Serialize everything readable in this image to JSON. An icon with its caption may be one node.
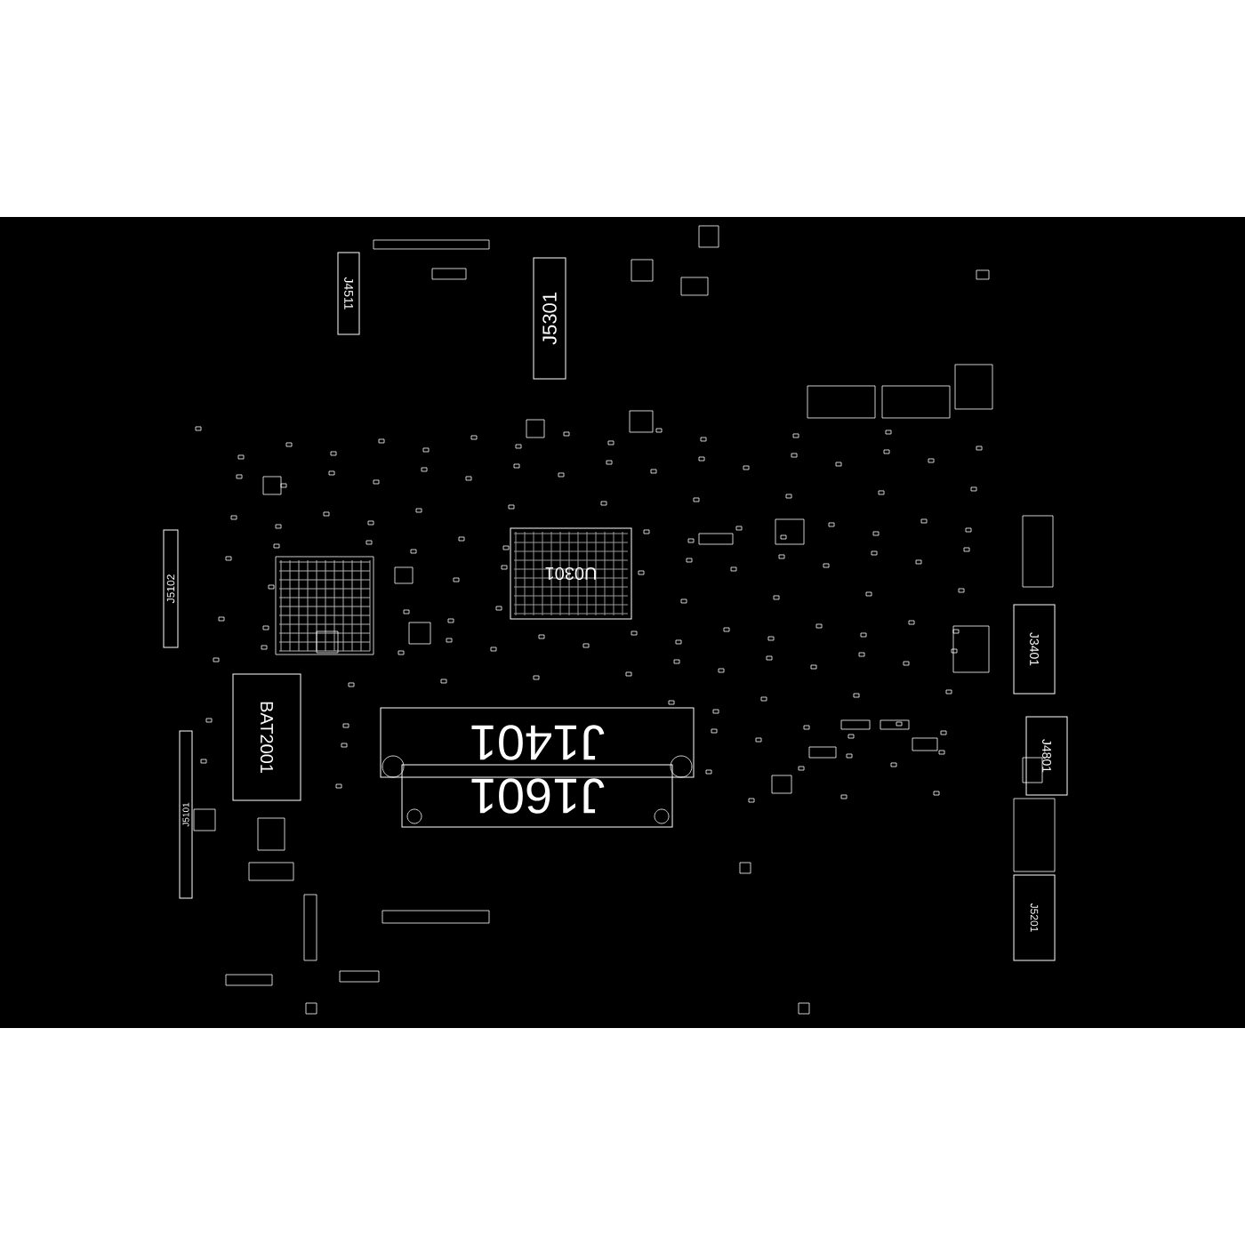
{
  "diagram": {
    "nodes": [
      {
        "text": [
          "J4511"
        ]
      },
      {
        "text": [
          "J5301"
        ]
      },
      {
        "text": [
          "J5102"
        ]
      },
      {
        "text": [
          "U0301"
        ]
      },
      {
        "text": [
          "BAT2001"
        ]
      },
      {
        "text": [
          "J1401"
        ]
      },
      {
        "text": [
          "J1601"
        ]
      },
      {
        "text": [
          "J5101"
        ]
      },
      {
        "text": [
          "J3401"
        ]
      },
      {
        "text": [
          "J4801"
        ]
      },
      {
        "text": [
          "J5201"
        ]
      }
    ]
  }
}
